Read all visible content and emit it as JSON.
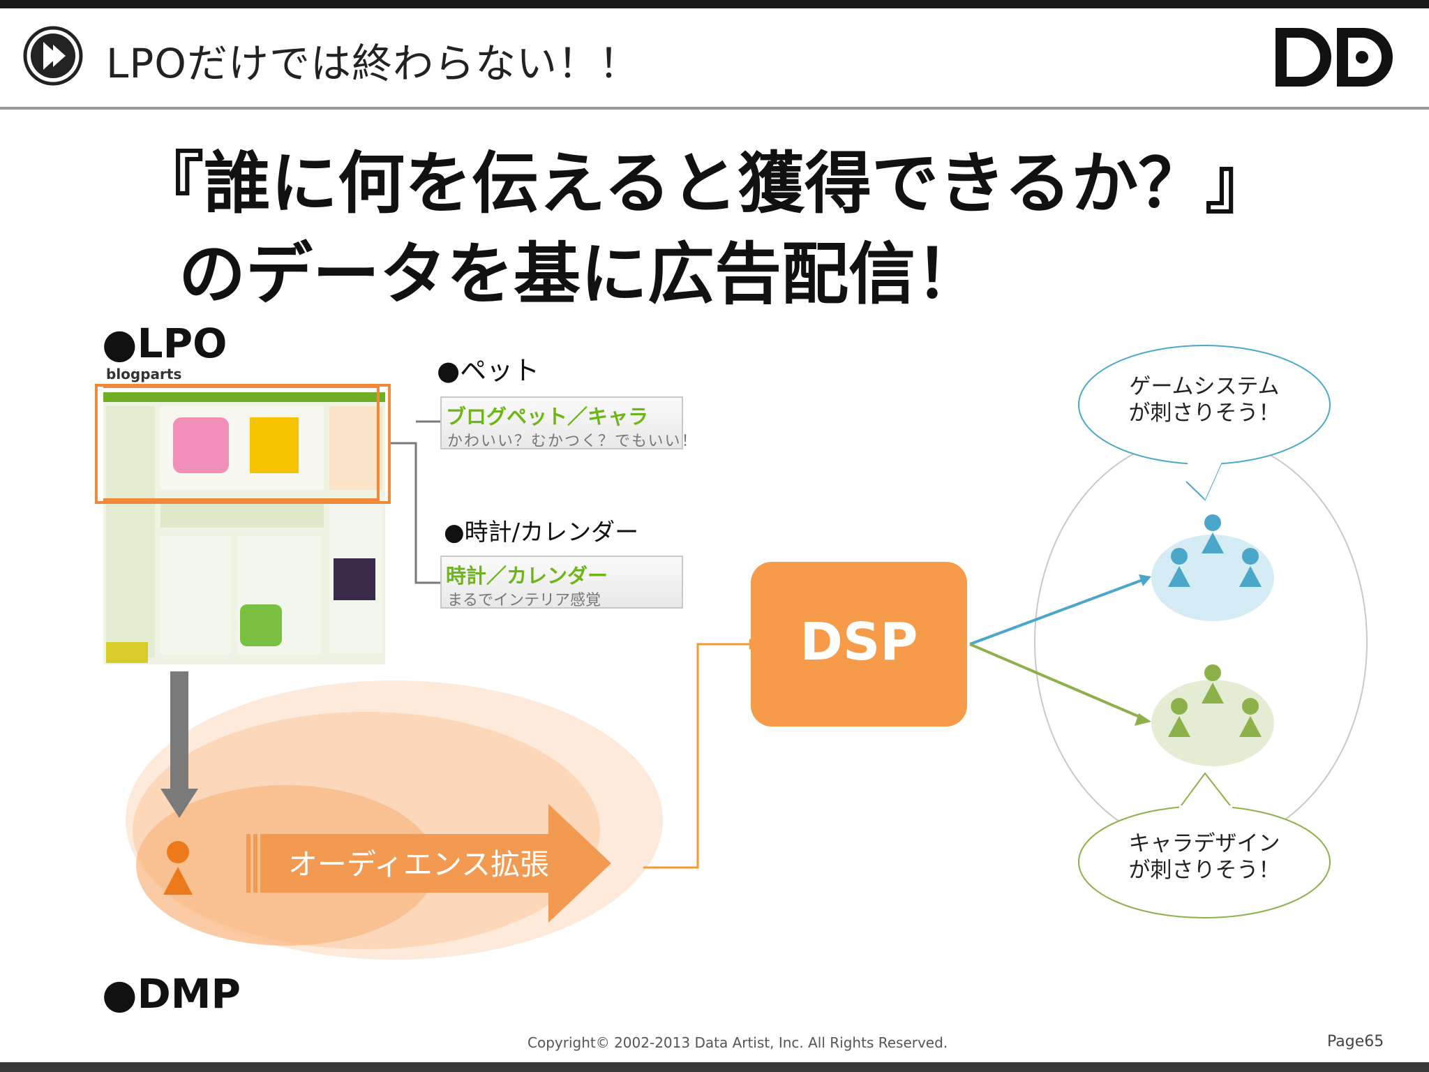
{
  "header": {
    "title": "LPOだけでは終わらない！！",
    "logo_text": "DD"
  },
  "main": {
    "title_line1": "『誰に何を伝えると獲得できるか？』",
    "title_line2": "のデータを基に広告配信！"
  },
  "lpo": {
    "label": "●LPO",
    "screenshot_text": "blogparts"
  },
  "categories": [
    {
      "label": "●ペット",
      "card_title": "ブログペット／キャラ",
      "card_subtitle": "かわいい？むかつく？でもいい！"
    },
    {
      "label": "●時計/カレンダー",
      "card_title": "時計／カレンダー",
      "card_subtitle": "まるでインテリア感覚"
    }
  ],
  "dmp": {
    "label": "●DMP",
    "arrow_label": "オーディエンス拡張"
  },
  "dsp": {
    "label": "DSP"
  },
  "segments": [
    {
      "bubble_line1": "ゲームシステム",
      "bubble_line2": "が刺さりそう！",
      "color": "#4aa7c9"
    },
    {
      "bubble_line1": "キャラデザイン",
      "bubble_line2": "が刺さりそう！",
      "color": "#8db04a"
    }
  ],
  "footer": {
    "copyright": "Copyright© 2002-2013 Data Artist, Inc.   All Rights Reserved.",
    "page": "Page65"
  },
  "colors": {
    "accent_orange": "#f59b4a",
    "blue": "#4aa7c9",
    "green": "#8db04a"
  }
}
